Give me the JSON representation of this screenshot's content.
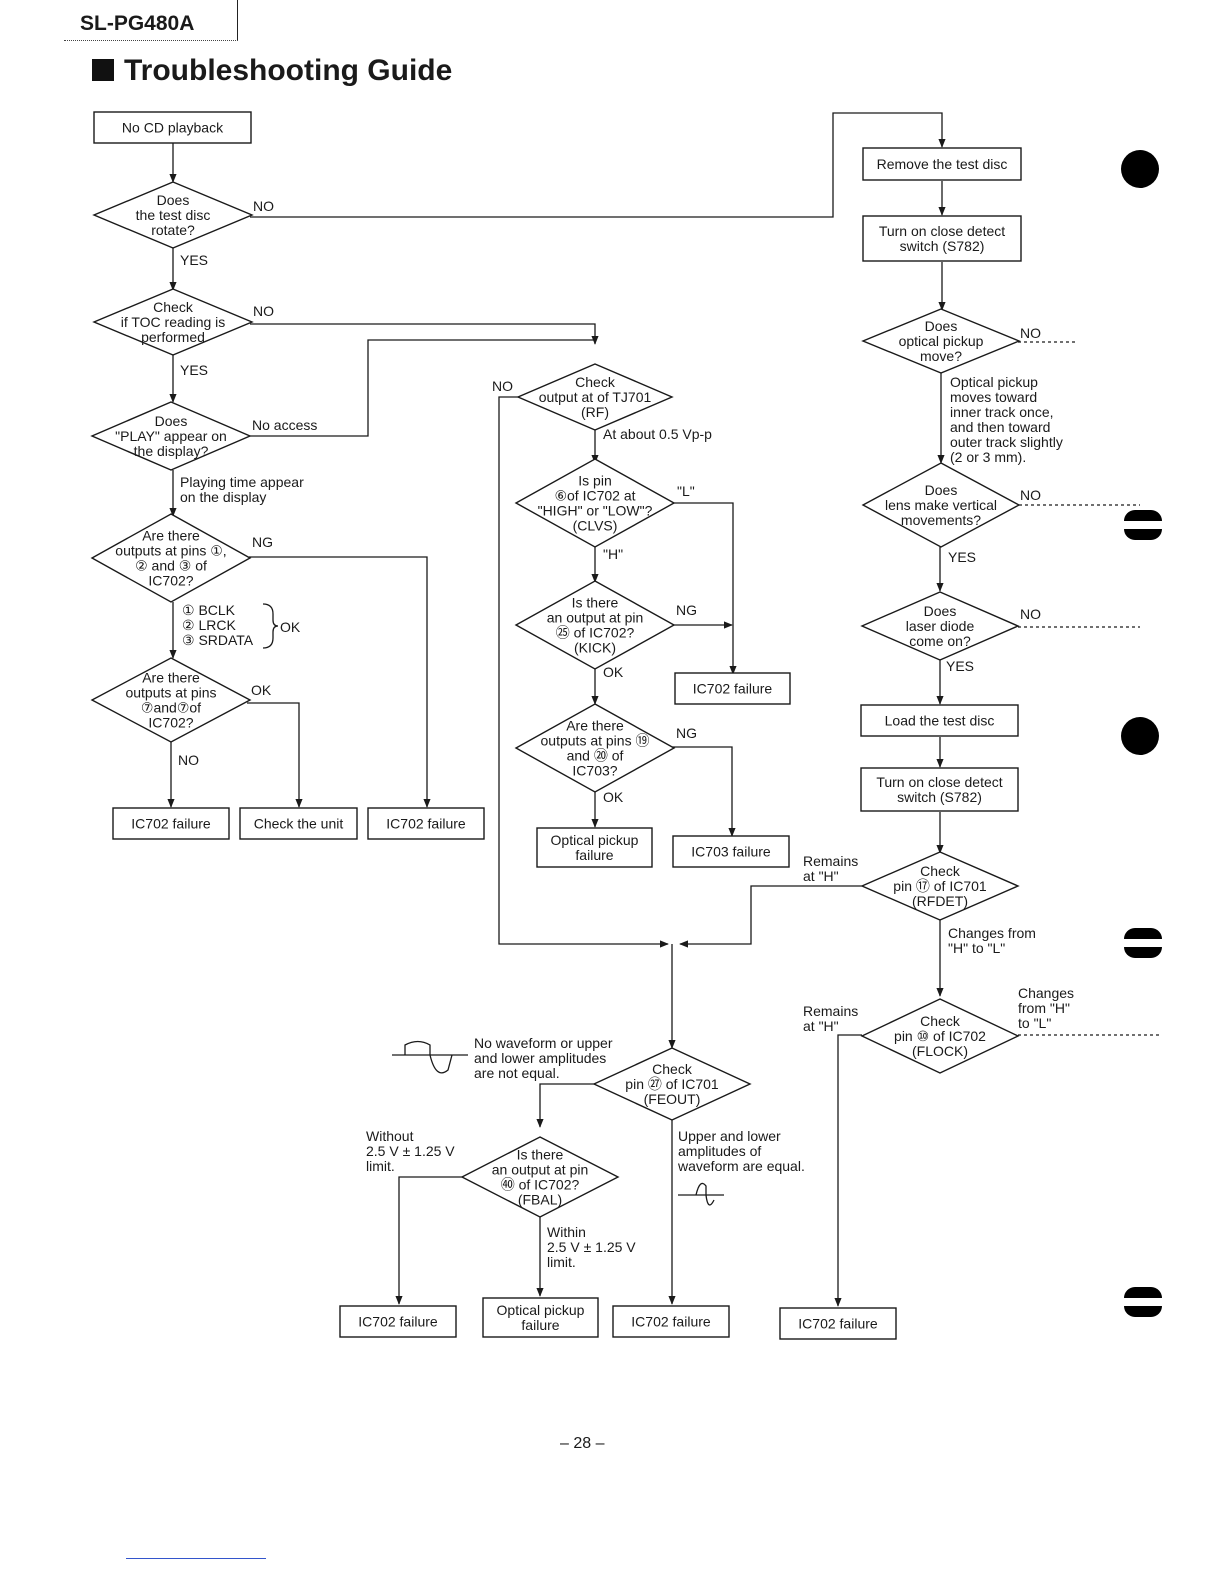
{
  "header": {
    "model": "SL-PG480A",
    "title": "Troubleshooting Guide"
  },
  "page_number": "– 28 –",
  "nodes": {
    "start": [
      "No CD playback"
    ],
    "d_rotate": [
      "Does",
      "the test disc",
      "rotate?"
    ],
    "d_toc": [
      "Check",
      "if TOC reading is",
      "performed"
    ],
    "d_play": [
      "Does",
      "\"PLAY\" appear on",
      "the display?"
    ],
    "d_outputs123": [
      "Are there",
      "outputs at pins ①,",
      "② and ③ of",
      "IC702?"
    ],
    "d_pins73_75": [
      "Are there",
      "outputs at pins",
      "⑦and⑦of",
      "IC702?"
    ],
    "ic702_fail_1": [
      "IC702 failure"
    ],
    "check_unit": [
      "Check the unit"
    ],
    "ic702_fail_2": [
      "IC702 failure"
    ],
    "d_tj701": [
      "Check",
      "output at of TJ701",
      "(RF)"
    ],
    "d_pin66": [
      "Is pin",
      "⑥of IC702 at",
      "\"HIGH\" or \"LOW\"?",
      "(CLVS)"
    ],
    "d_pin25": [
      "Is there",
      "an output at pin",
      "㉕ of IC702?",
      "(KICK)"
    ],
    "d_pins19_20": [
      "Are there",
      "outputs at pins ⑲",
      "and ⑳ of",
      "IC703?"
    ],
    "optical_fail_1": [
      "Optical pickup",
      "failure"
    ],
    "ic702_fail_3": [
      "IC702 failure"
    ],
    "ic703_fail": [
      "IC703 failure"
    ],
    "remove_disc": [
      "Remove the test disc"
    ],
    "close_sw_1": [
      "Turn on close detect",
      "switch (S782)"
    ],
    "d_pickup_move": [
      "Does",
      "optical pickup",
      "move?"
    ],
    "d_lens": [
      "Does",
      "lens make vertical",
      "movements?"
    ],
    "d_laser": [
      "Does",
      "laser diode",
      "come on?"
    ],
    "load_disc": [
      "Load the test disc"
    ],
    "close_sw_2": [
      "Turn on close detect",
      "switch (S782)"
    ],
    "d_rfdet": [
      "Check",
      "pin ⑰ of IC701",
      "(RFDET)"
    ],
    "d_flock": [
      "Check",
      "pin ⑩ of IC702",
      "(FLOCK)"
    ],
    "d_feout": [
      "Check",
      "pin ㉗ of IC701",
      "(FEOUT)"
    ],
    "d_fbal": [
      "Is there",
      "an output at pin",
      "㊵ of IC702?",
      "(FBAL)"
    ],
    "ic702_fail_4": [
      "IC702 failure"
    ],
    "optical_fail_2": [
      "Optical pickup",
      "failure"
    ],
    "ic702_fail_5": [
      "IC702 failure"
    ],
    "ic702_fail_6": [
      "IC702 failure"
    ]
  },
  "labels": {
    "rotate_no": [
      "NO"
    ],
    "rotate_yes": [
      "YES"
    ],
    "toc_no": [
      "NO"
    ],
    "toc_yes": [
      "YES"
    ],
    "play_no_access": [
      "No access"
    ],
    "play_time": [
      "Playing time appear",
      "on the display"
    ],
    "o123_ng": [
      "NG"
    ],
    "signals": [
      "① BCLK",
      "② LRCK",
      "③ SRDATA"
    ],
    "signals_ok": [
      "OK"
    ],
    "p73_ok": [
      "OK"
    ],
    "p73_no": [
      "NO"
    ],
    "tj701_no": [
      "NO"
    ],
    "tj701_amp": [
      "At about 0.5 Vp-p"
    ],
    "p66_L": [
      "\"L\""
    ],
    "p66_H": [
      "\"H\""
    ],
    "p25_ng": [
      "NG"
    ],
    "p25_ok": [
      "OK"
    ],
    "p19_ng": [
      "NG"
    ],
    "p19_ok": [
      "OK"
    ],
    "move_no": [
      "NO"
    ],
    "move_desc": [
      "Optical pickup",
      "moves toward",
      "inner track once,",
      "and then toward",
      "outer track slightly",
      "(2 or 3 mm)."
    ],
    "lens_no": [
      "NO"
    ],
    "lens_yes": [
      "YES"
    ],
    "laser_no": [
      "NO"
    ],
    "laser_yes": [
      "YES"
    ],
    "rfdet_remains": [
      "Remains",
      "at \"H\""
    ],
    "rfdet_changes": [
      "Changes from",
      "\"H\" to \"L\""
    ],
    "flock_remains": [
      "Remains",
      "at \"H\""
    ],
    "flock_changes": [
      "Changes",
      "from \"H\"",
      "to \"L\""
    ],
    "feout_bad": [
      "No waveform or upper",
      "and lower amplitudes",
      "are not equal."
    ],
    "feout_good": [
      "Upper and lower",
      "amplitudes of",
      "waveform are equal."
    ],
    "fbal_without": [
      "Without",
      "2.5 V ± 1.25 V",
      "limit."
    ],
    "fbal_within": [
      "Within",
      "2.5 V ± 1.25 V",
      "limit."
    ]
  }
}
